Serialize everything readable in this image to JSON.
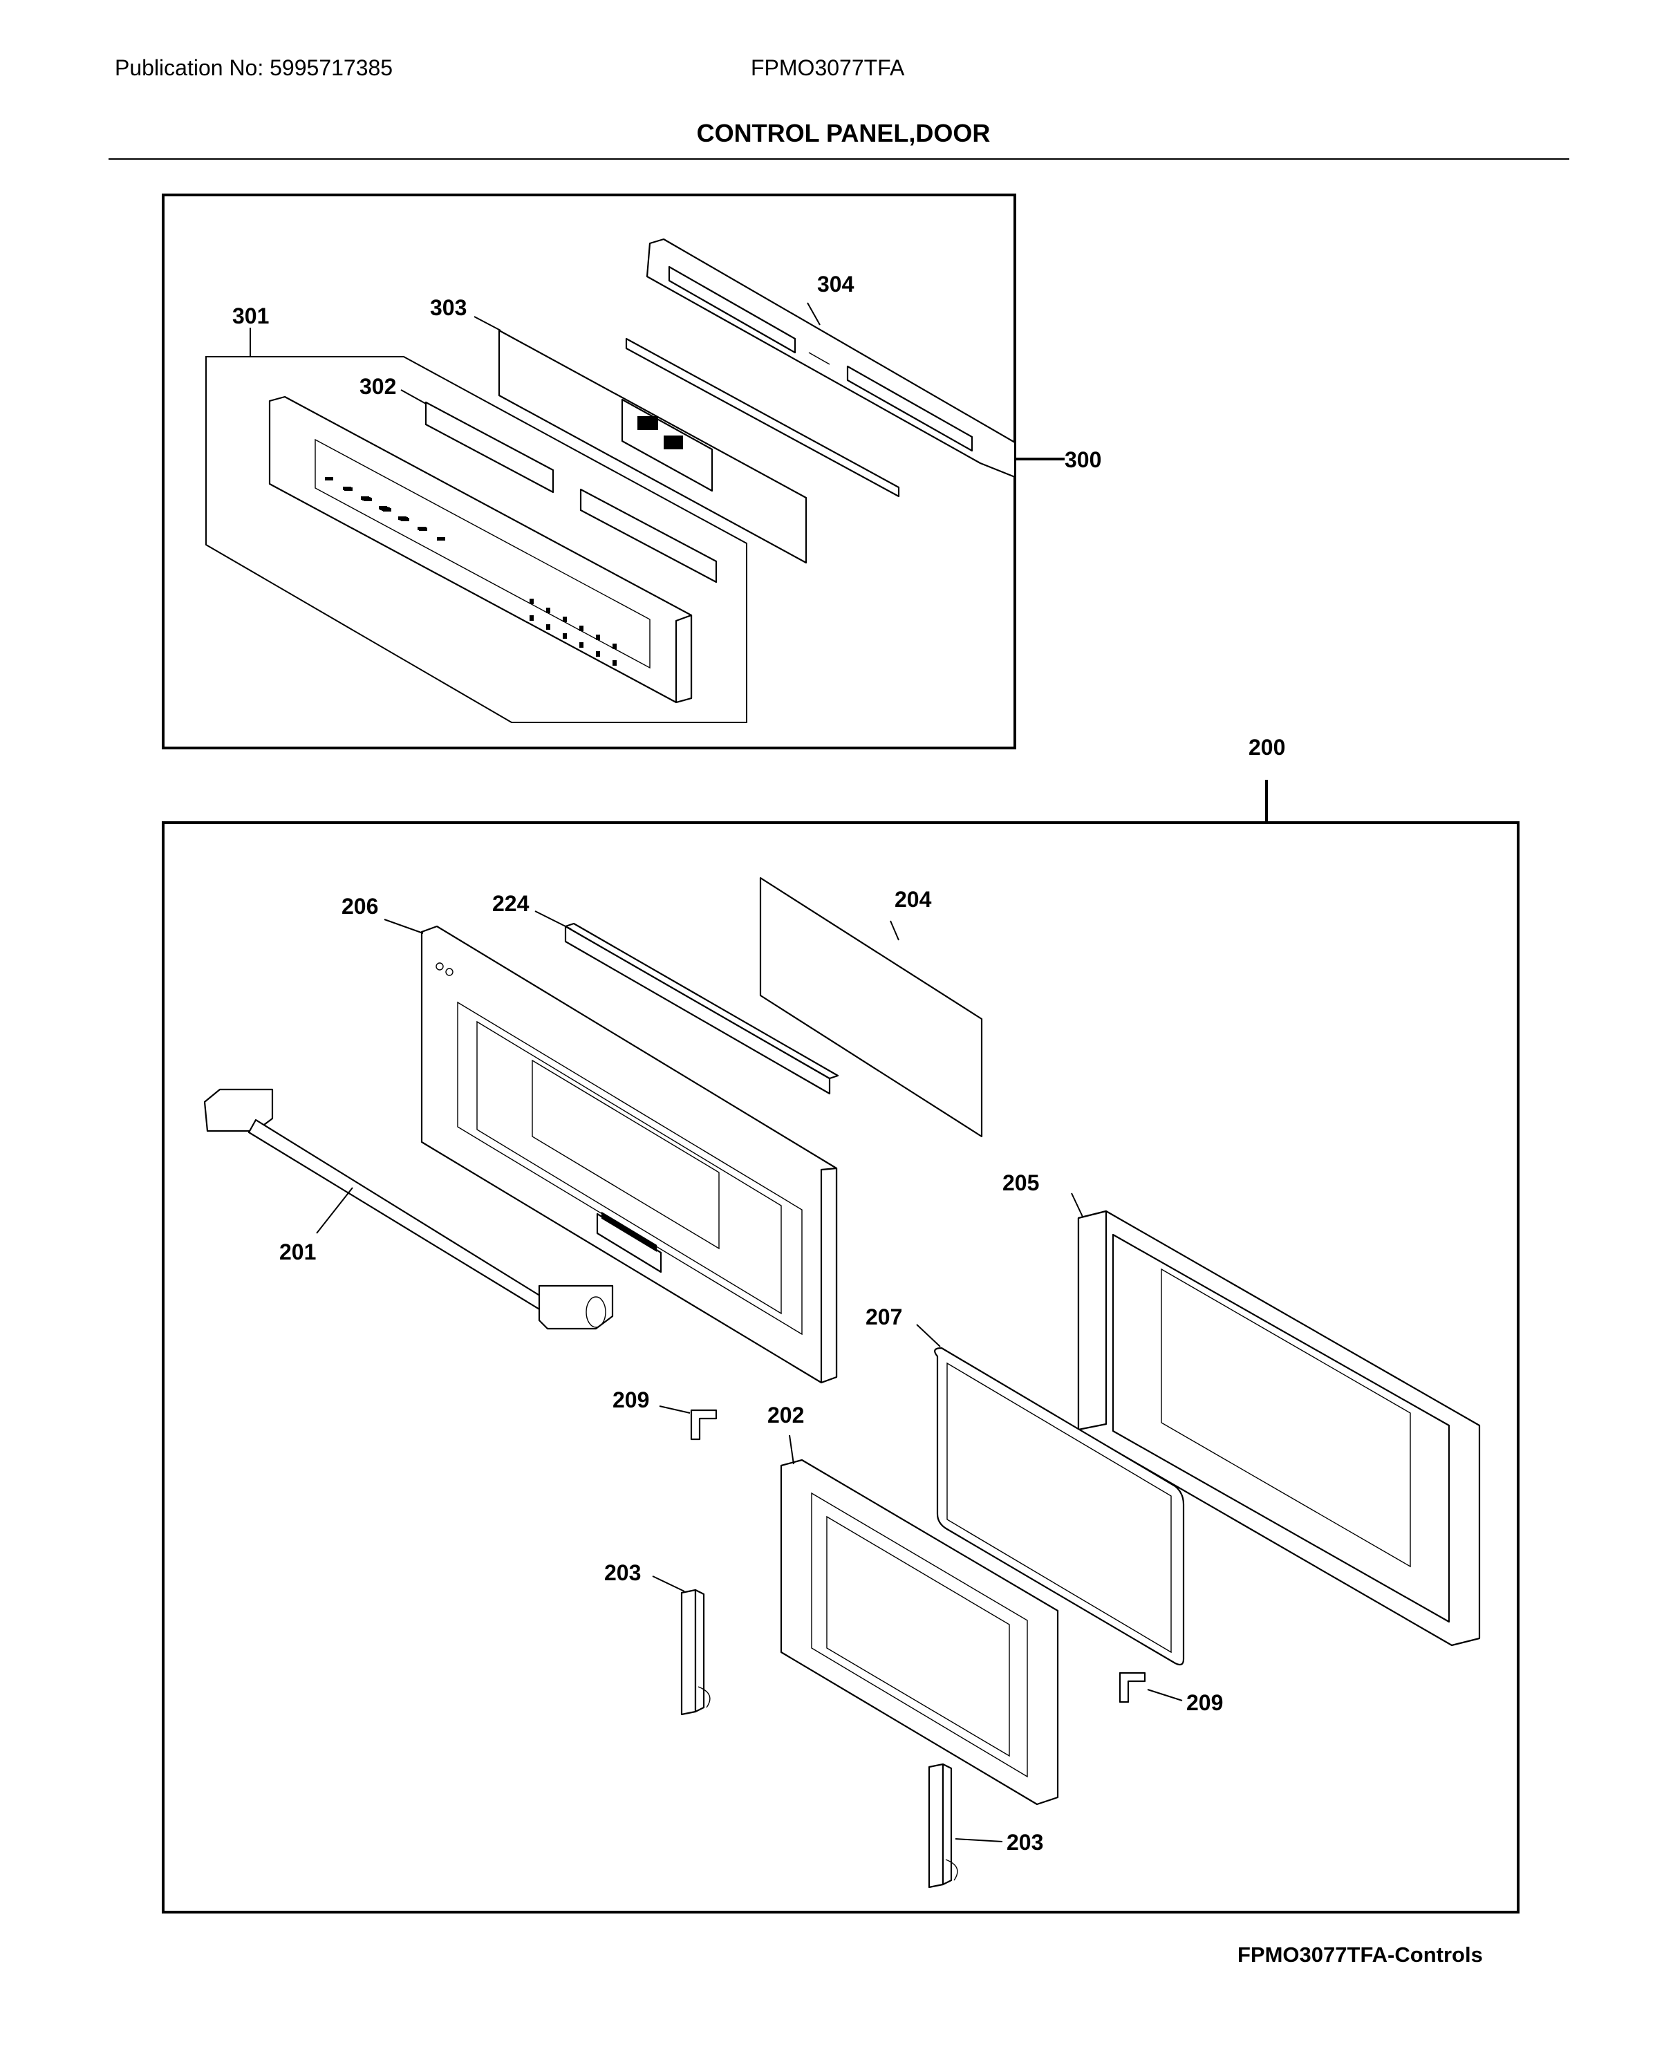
{
  "header": {
    "publication": "Publication No: 5995717385",
    "model": "FPMO3077TFA",
    "title": "CONTROL PANEL,DOOR"
  },
  "footer": {
    "caption": "FPMO3077TFA-Controls"
  },
  "callouts": {
    "control_panel_assembly": "300",
    "control_panel_group": "301",
    "overlay": "302",
    "insulation": "303",
    "bracket": "304",
    "door_assembly": "200",
    "handle": "201",
    "inner_door": "202",
    "hinge_left": "203",
    "hinge_right": "203",
    "glass": "204",
    "door_liner": "205",
    "outer_door": "206",
    "gasket": "207",
    "clip_left": "209",
    "clip_right": "209",
    "channel": "224"
  }
}
